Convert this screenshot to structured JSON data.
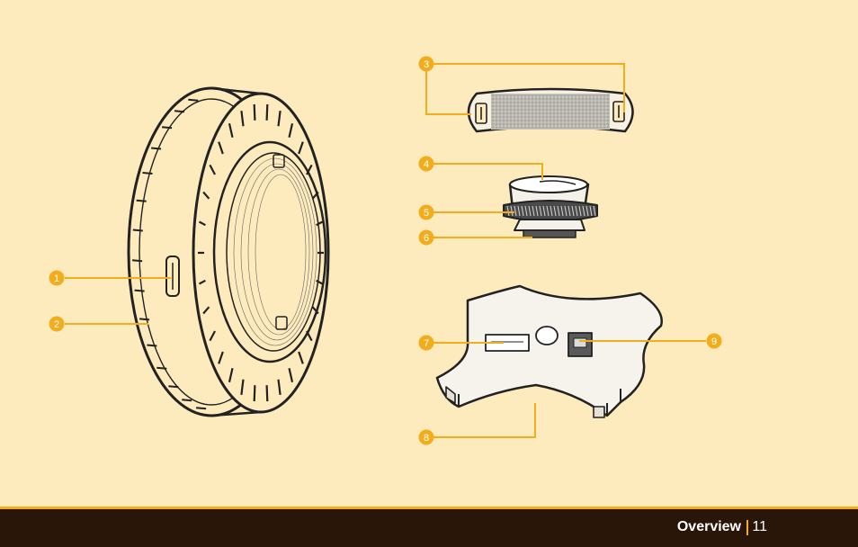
{
  "colors": {
    "background": "#fdebbd",
    "footer": "#2a1509",
    "accent": "#f2ad1c",
    "line": "#222222"
  },
  "callouts": [
    "1",
    "2",
    "3",
    "4",
    "5",
    "6",
    "7",
    "8",
    "9"
  ],
  "footer": {
    "section_title": "Overview",
    "page_number": "11"
  }
}
